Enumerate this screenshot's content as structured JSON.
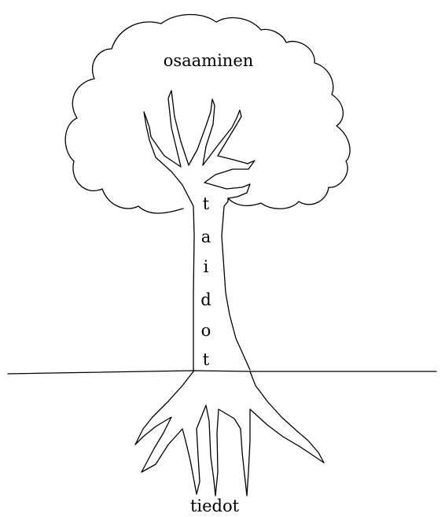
{
  "labels": {
    "crown": "osaaminen",
    "trunk": [
      "t",
      "a",
      "i",
      "d",
      "o",
      "t"
    ],
    "roots": "tiedot"
  }
}
